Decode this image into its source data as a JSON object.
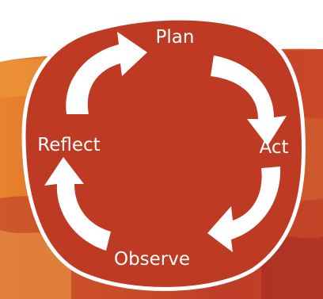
{
  "cycle": {
    "steps": [
      {
        "label": "Plan"
      },
      {
        "label": "Act"
      },
      {
        "label": "Observe"
      },
      {
        "label": "Reflect"
      }
    ],
    "colors": {
      "shape_fill": "#bf3a23",
      "outline": "#ffffff",
      "arrow": "#ffffff",
      "backdrop_orange": "#e6762d",
      "backdrop_red": "#b63425"
    }
  }
}
